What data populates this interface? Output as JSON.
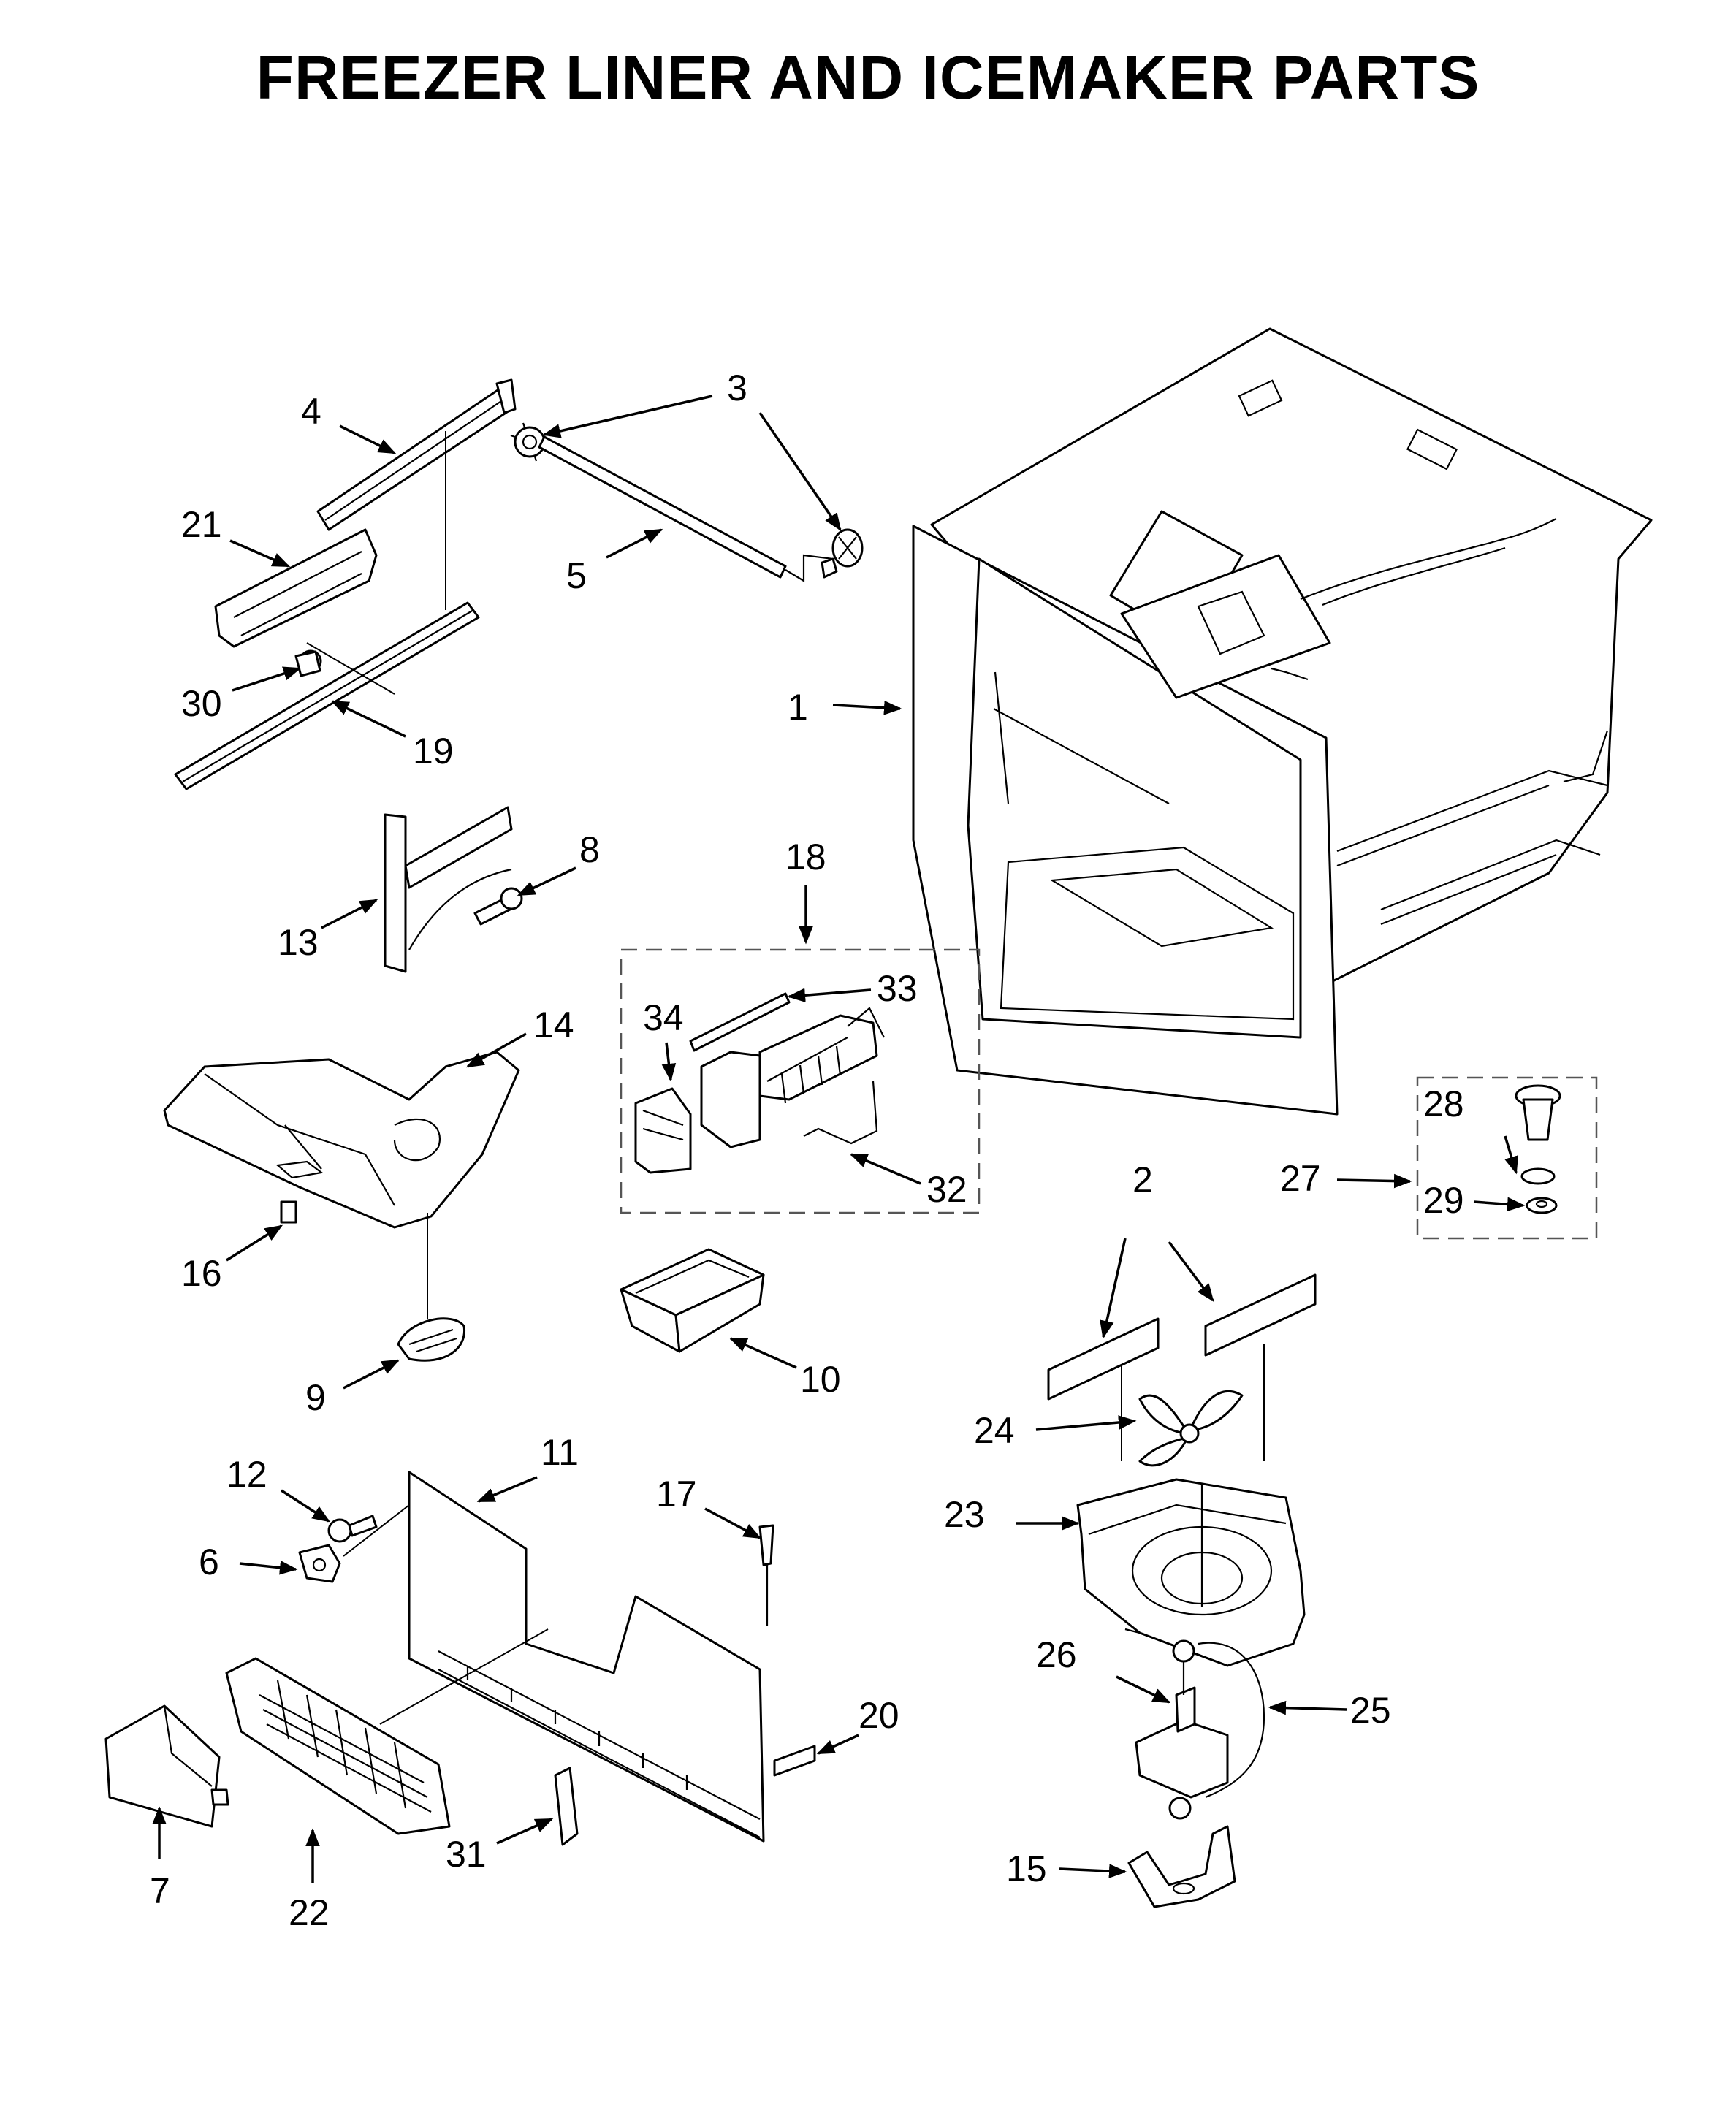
{
  "title": "FREEZER LINER AND ICEMAKER PARTS",
  "callouts": [
    {
      "id": "1",
      "text": "1"
    },
    {
      "id": "2",
      "text": "2"
    },
    {
      "id": "3",
      "text": "3"
    },
    {
      "id": "4",
      "text": "4"
    },
    {
      "id": "5",
      "text": "5"
    },
    {
      "id": "6",
      "text": "6"
    },
    {
      "id": "7",
      "text": "7"
    },
    {
      "id": "8",
      "text": "8"
    },
    {
      "id": "9",
      "text": "9"
    },
    {
      "id": "10",
      "text": "10"
    },
    {
      "id": "11",
      "text": "11"
    },
    {
      "id": "12",
      "text": "12"
    },
    {
      "id": "13",
      "text": "13"
    },
    {
      "id": "14",
      "text": "14"
    },
    {
      "id": "15",
      "text": "15"
    },
    {
      "id": "16",
      "text": "16"
    },
    {
      "id": "17",
      "text": "17"
    },
    {
      "id": "18",
      "text": "18"
    },
    {
      "id": "19",
      "text": "19"
    },
    {
      "id": "20",
      "text": "20"
    },
    {
      "id": "21",
      "text": "21"
    },
    {
      "id": "22",
      "text": "22"
    },
    {
      "id": "23",
      "text": "23"
    },
    {
      "id": "24",
      "text": "24"
    },
    {
      "id": "25",
      "text": "25"
    },
    {
      "id": "26",
      "text": "26"
    },
    {
      "id": "27",
      "text": "27"
    },
    {
      "id": "28",
      "text": "28"
    },
    {
      "id": "29",
      "text": "29"
    },
    {
      "id": "30",
      "text": "30"
    },
    {
      "id": "31",
      "text": "31"
    },
    {
      "id": "32",
      "text": "32"
    },
    {
      "id": "33",
      "text": "33"
    },
    {
      "id": "34",
      "text": "34"
    }
  ]
}
